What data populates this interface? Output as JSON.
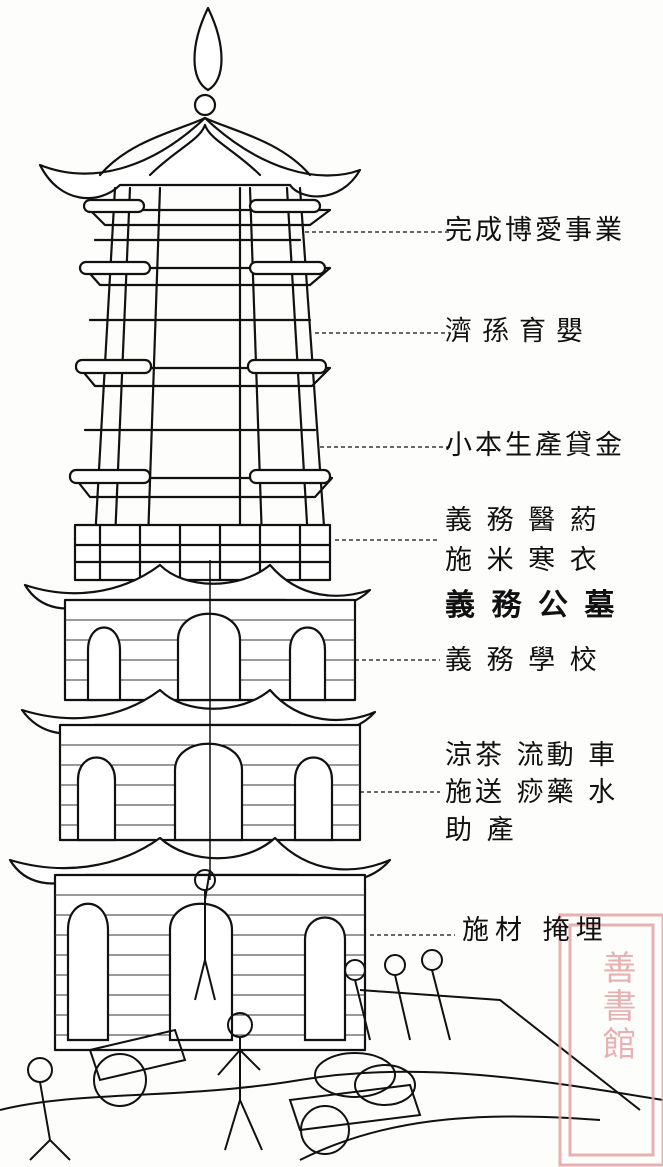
{
  "labels": {
    "l1": "完成博愛事業",
    "l2": "濟孫育嬰",
    "l3": "小本生產貸金",
    "l4a": "義 務 醫 葯",
    "l4b": "施 米 寒 衣",
    "l4c": "義 務 公 墓",
    "l5": "義 務 學 校",
    "l6a": "涼茶 流動 車",
    "l6b": "施送 痧藥 水",
    "l6c": "助        產",
    "l7": "施材 掩埋"
  },
  "stamp": {
    "text": "善書館"
  },
  "colors": {
    "ink": "#111111",
    "stamp": "#e3a4a4",
    "paper": "#fdfdfb"
  }
}
